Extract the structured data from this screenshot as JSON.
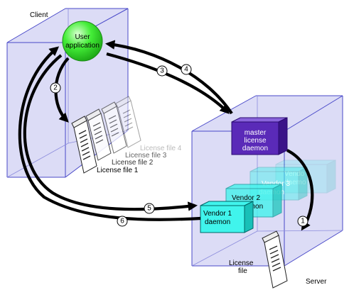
{
  "labels": {
    "client": "Client",
    "server": "Server",
    "user_application": [
      "User",
      "application"
    ],
    "master_daemon": [
      "master",
      "license",
      "daemon"
    ],
    "vendor1": [
      "Vendor 1",
      "daemon"
    ],
    "vendor2": [
      "Vendor 2",
      "daemon"
    ],
    "vendor3": [
      "Vendor 3",
      "daemon"
    ],
    "vendor_ghost": [
      "Vendo",
      "daemo"
    ],
    "license_files": [
      "License file 1",
      "License file 2",
      "License file 3",
      "License file 4"
    ],
    "server_license": [
      "License",
      "file"
    ]
  },
  "steps": [
    "1",
    "2",
    "3",
    "4",
    "5",
    "6"
  ],
  "colors": {
    "box_fill": "#dcdcf6",
    "box_edge": "#4848c8",
    "user_app": "#3ef03a",
    "master": "#5a2ab8",
    "vendor": "#40f4ec",
    "arrow": "#000000"
  }
}
